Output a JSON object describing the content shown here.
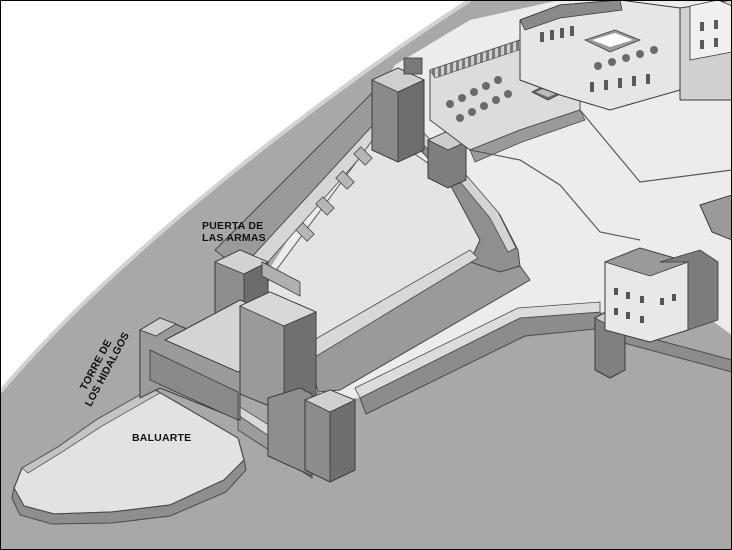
{
  "labels": {
    "puerta_line1": "PUERTA DE",
    "puerta_line2": "LAS ARMAS",
    "torre_line1": "TORRE DE",
    "torre_line2": "LOS HIDALGOS",
    "baluarte": "BALUARTE"
  }
}
